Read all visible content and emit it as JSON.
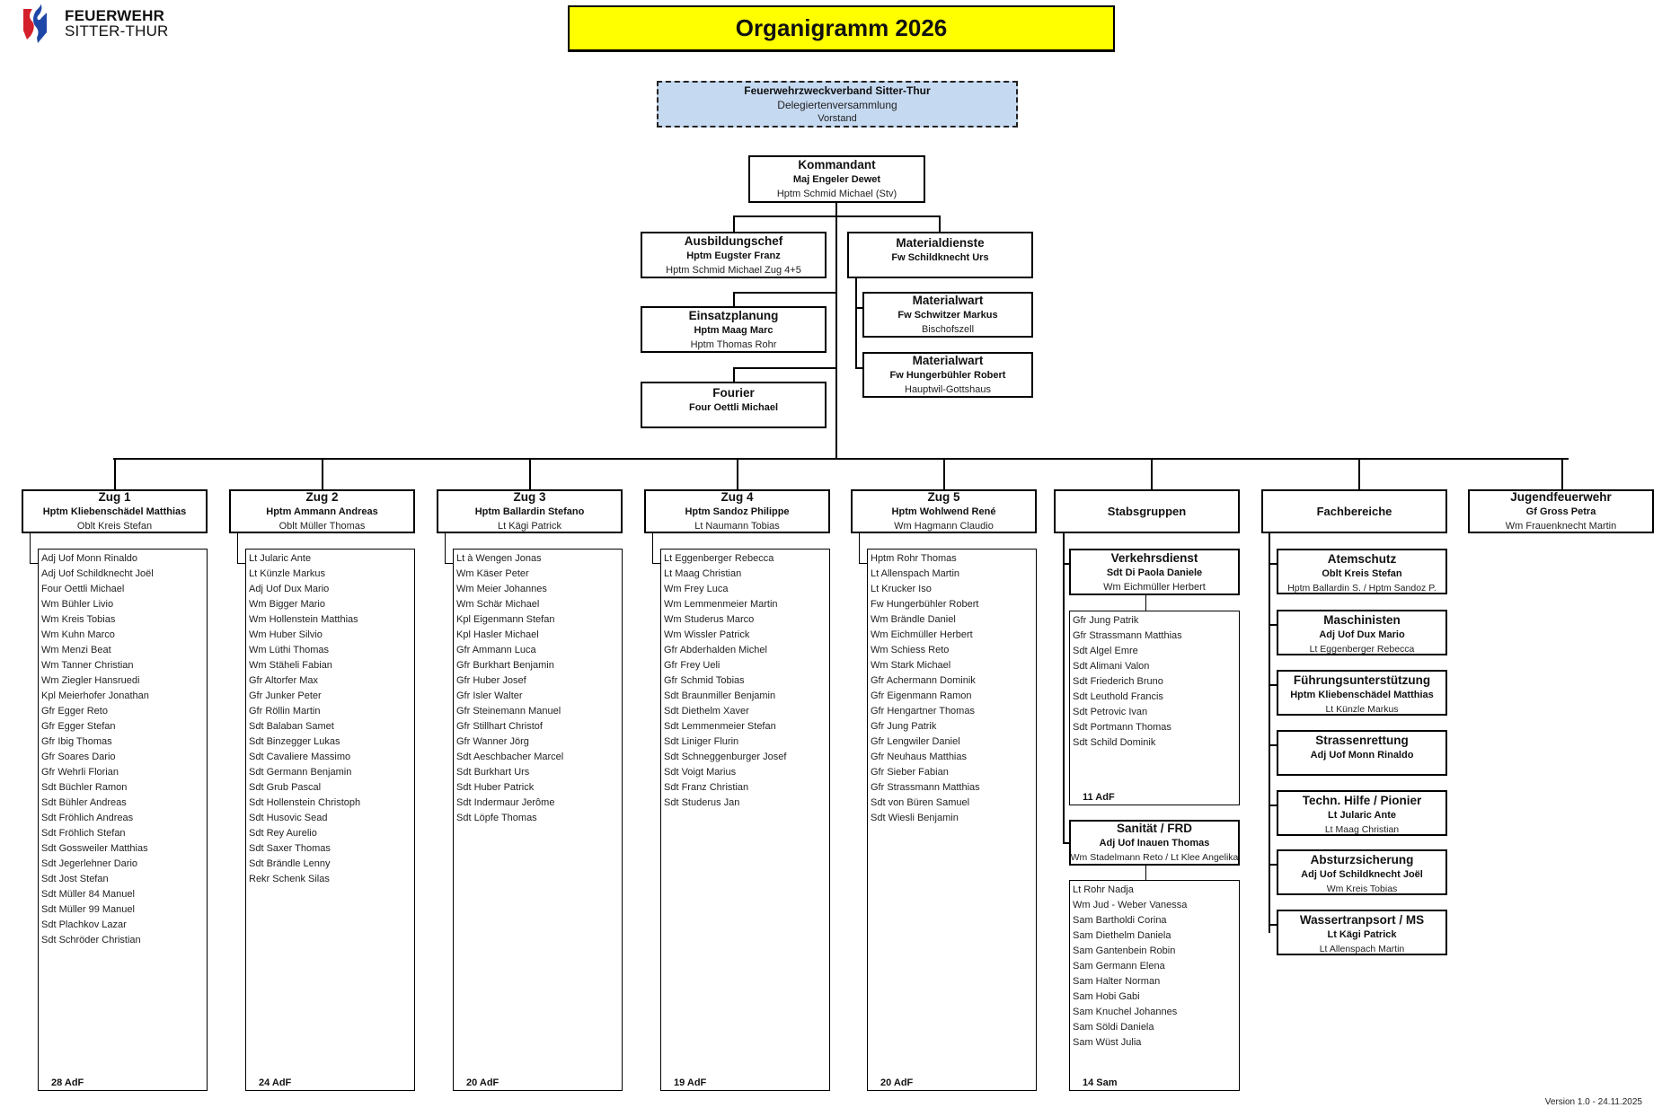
{
  "logo": {
    "line1": "FEUERWEHR",
    "line2": "SITTER-THUR",
    "colors": {
      "red": "#d4202a",
      "blue": "#1f47a8"
    }
  },
  "title": "Organigramm 2026",
  "title_bg": "#ffff00",
  "verband": {
    "name": "Feuerwehrzweckverband Sitter-Thur",
    "line2": "Delegiertenversammlung",
    "line3": "Vorstand",
    "bg": "#c5d9f1"
  },
  "kommandant": {
    "title": "Kommandant",
    "lead": "Maj Engeler Dewet",
    "deputy": "Hptm Schmid Michael (Stv)"
  },
  "staff": {
    "ausbildung": {
      "title": "Ausbildungschef",
      "lead": "Hptm Eugster Franz",
      "deputy": "Hptm Schmid Michael Zug 4+5"
    },
    "einsatz": {
      "title": "Einsatzplanung",
      "lead": "Hptm Maag Marc",
      "deputy": "Hptm Thomas Rohr"
    },
    "fourier": {
      "title": "Fourier",
      "lead": "Four Oettli Michael",
      "deputy": ""
    },
    "material": {
      "title": "Materialdienste",
      "lead": "Fw Schildknecht Urs",
      "deputy": ""
    },
    "materialwart1": {
      "title": "Materialwart",
      "lead": "Fw Schwitzer Markus",
      "deputy": "Bischofszell"
    },
    "materialwart2": {
      "title": "Materialwart",
      "lead": "Fw Hungerbühler Robert",
      "deputy": "Hauptwil-Gottshaus"
    }
  },
  "zuege": [
    {
      "title": "Zug 1",
      "lead": "Hptm Kliebenschädel Matthias",
      "deputy": "Oblt Kreis Stefan",
      "count": "28  AdF",
      "members": [
        "Adj Uof Monn Rinaldo",
        "Adj Uof Schildknecht Joël",
        "Four Oettli Michael",
        "Wm Bühler Livio",
        "Wm Kreis Tobias",
        "Wm Kuhn Marco",
        "Wm Menzi Beat",
        "Wm Tanner Christian",
        "Wm Ziegler Hansruedi",
        "Kpl Meierhofer Jonathan",
        "Gfr Egger Reto",
        "Gfr Egger Stefan",
        "Gfr Ibig Thomas",
        "Gfr Soares Dario",
        "Gfr Wehrli Florian",
        "Sdt Büchler Ramon",
        "Sdt Bühler Andreas",
        "Sdt Fröhlich Andreas",
        "Sdt Fröhlich Stefan",
        "Sdt Gossweiler Matthias",
        "Sdt Jegerlehner Dario",
        "Sdt Jost Stefan",
        "Sdt Müller 84 Manuel",
        "Sdt Müller 99 Manuel",
        "Sdt Plachkov Lazar",
        "Sdt Schröder Christian"
      ]
    },
    {
      "title": "Zug 2",
      "lead": "Hptm Ammann Andreas",
      "deputy": "Oblt Müller Thomas",
      "count": "24  AdF",
      "members": [
        "Lt Jularic Ante",
        "Lt Künzle Markus",
        "Adj Uof Dux Mario",
        "Wm Bigger Mario",
        "Wm Hollenstein Matthias",
        "Wm Huber Silvio",
        "Wm Lüthi Thomas",
        "Wm Stäheli Fabian",
        "Gfr Altorfer Max",
        "Gfr Junker Peter",
        "Gfr Röllin Martin",
        "Sdt Balaban Samet",
        "Sdt Binzegger Lukas",
        "Sdt Cavaliere Massimo",
        "Sdt Germann Benjamin",
        "Sdt Grub Pascal",
        "Sdt Hollenstein Christoph",
        "Sdt Husovic Sead",
        "Sdt Rey Aurelio",
        "Sdt Saxer Thomas",
        "Sdt Brändle Lenny",
        "Rekr Schenk Silas"
      ]
    },
    {
      "title": "Zug 3",
      "lead": "Hptm Ballardin Stefano",
      "deputy": "Lt Kägi Patrick",
      "count": "20  AdF",
      "members": [
        "Lt à Wengen Jonas",
        "Wm Käser Peter",
        "Wm Meier Johannes",
        "Wm Schär Michael",
        "Kpl Eigenmann Stefan",
        "Kpl Hasler Michael",
        "Gfr Ammann Luca",
        "Gfr Burkhart Benjamin",
        "Gfr Huber Josef",
        "Gfr Isler Walter",
        "Gfr Steinemann Manuel",
        "Gfr Stillhart Christof",
        "Gfr Wanner Jörg",
        "Sdt Aeschbacher Marcel",
        "Sdt Burkhart Urs",
        "Sdt Huber Patrick",
        "Sdt Indermaur Jerôme",
        "Sdt Löpfe Thomas"
      ]
    },
    {
      "title": "Zug 4",
      "lead": "Hptm Sandoz Philippe",
      "deputy": "Lt Naumann Tobias",
      "count": "19  AdF",
      "members": [
        "Lt Eggenberger Rebecca",
        "Lt Maag Christian",
        "Wm Frey Luca",
        "Wm Lemmenmeier Martin",
        "Wm Studerus Marco",
        "Wm Wissler Patrick",
        "Gfr Abderhalden Michel",
        "Gfr Frey Ueli",
        "Gfr Schmid Tobias",
        "Sdt Braunmiller Benjamin",
        "Sdt Diethelm Xaver",
        "Sdt Lemmenmeier Stefan",
        "Sdt Liniger Flurin",
        "Sdt Schneggenburger Josef",
        "Sdt Voigt Marius",
        "Sdt Franz Christian",
        "Sdt Studerus Jan"
      ]
    },
    {
      "title": "Zug 5",
      "lead": "Hptm Wohlwend René",
      "deputy": "Wm Hagmann Claudio",
      "count": "20  AdF",
      "members": [
        "Hptm Rohr Thomas",
        "Lt Allenspach Martin",
        "Lt Krucker Iso",
        "Fw Hungerbühler Robert",
        "Wm Brändle Daniel",
        "Wm Eichmüller Herbert",
        "Wm Schiess Reto",
        "Wm Stark Michael",
        "Gfr Achermann Dominik",
        "Gfr Eigenmann Ramon",
        "Gfr Hengartner Thomas",
        "Gfr Jung Patrik",
        "Gfr Lengwiler Daniel",
        "Gfr Neuhaus Matthias",
        "Gfr Sieber Fabian",
        "Gfr Strassmann Matthias",
        "Sdt von Büren Samuel",
        "Sdt Wiesli Benjamin"
      ]
    }
  ],
  "stabsgruppen": {
    "title": "Stabsgruppen",
    "verkehr": {
      "title": "Verkehrsdienst",
      "lead": "Sdt Di Paola Daniele",
      "deputy": "Wm Eichmüller Herbert",
      "count": "11  AdF",
      "members": [
        "Gfr Jung Patrik",
        "Gfr Strassmann Matthias",
        "Sdt Algel Emre",
        "Sdt Alimani Valon",
        "Sdt Friederich Bruno",
        "Sdt Leuthold Francis",
        "Sdt Petrovic Ivan",
        "Sdt Portmann Thomas",
        "Sdt Schild Dominik"
      ]
    },
    "sanitaet": {
      "title": "Sanität / FRD",
      "lead": "Adj Uof Inauen Thomas",
      "deputy": "Wm Stadelmann Reto / Lt Klee Angelika",
      "count": "14  Sam",
      "members": [
        "Lt Rohr Nadja",
        "Wm Jud - Weber Vanessa",
        "Sam Bartholdi Corina",
        "Sam Diethelm Daniela",
        "Sam Gantenbein Robin",
        "Sam Germann Elena",
        "Sam Halter Norman",
        "Sam Hobi Gabi",
        "Sam Knuchel Johannes",
        "Sam Söldi Daniela",
        "Sam Wüst Julia"
      ]
    }
  },
  "fachbereiche": {
    "title": "Fachbereiche",
    "items": [
      {
        "title": "Atemschutz",
        "lead": "Oblt Kreis Stefan",
        "deputy": "Hptm Ballardin S. / Hptm Sandoz P."
      },
      {
        "title": "Maschinisten",
        "lead": "Adj Uof Dux Mario",
        "deputy": "Lt Eggenberger Rebecca"
      },
      {
        "title": "Führungsunterstützung",
        "lead": "Hptm Kliebenschädel Matthias",
        "deputy": "Lt Künzle Markus"
      },
      {
        "title": "Strassenrettung",
        "lead": "Adj Uof Monn Rinaldo",
        "deputy": ""
      },
      {
        "title": "Techn. Hilfe / Pionier",
        "lead": "Lt Jularic Ante",
        "deputy": "Lt Maag Christian"
      },
      {
        "title": "Absturzsicherung",
        "lead": "Adj Uof Schildknecht Joël",
        "deputy": "Wm Kreis Tobias"
      },
      {
        "title": "Wassertranpsort / MS",
        "lead": "Lt Kägi Patrick",
        "deputy": "Lt Allenspach Martin"
      }
    ]
  },
  "jugend": {
    "title": "Jugendfeuerwehr",
    "lead": "Gf Gross Petra",
    "deputy": "Wm Frauenknecht Martin"
  },
  "version": "Version 1.0 - 24.11.2025"
}
